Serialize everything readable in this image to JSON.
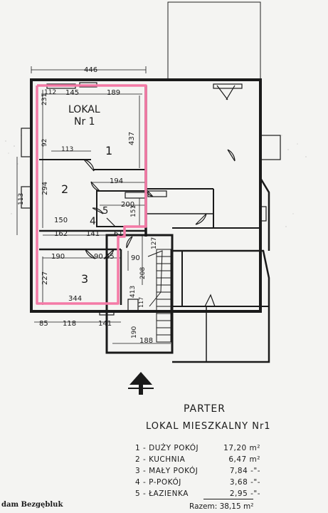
{
  "drawing": {
    "unit_label": "LOKAL",
    "unit_number": "Nr 1",
    "dims": {
      "d446": "446",
      "d112": "112",
      "d145": "145",
      "d189": "189",
      "d231": "231",
      "d92": "92",
      "d113h": "113",
      "d437": "437",
      "d194": "194",
      "d294": "294",
      "d113v": "113",
      "d200": "200",
      "d151": "151",
      "d150": "150",
      "d162": "162",
      "d141a": "141",
      "d61": "61",
      "d127": "127",
      "d190a": "190",
      "d90_65": "90 65",
      "d90": "90",
      "d208": "208",
      "d227": "227",
      "d344": "344",
      "d413": "413",
      "d117": "117",
      "d85": "85",
      "d118": "118",
      "d141b": "141",
      "d190b": "190",
      "d188": "188"
    },
    "rooms": [
      "1",
      "2",
      "3",
      "4",
      "5"
    ],
    "colors": {
      "outline": "#f47aa6",
      "ink": "#1a1a1a",
      "paper": "#f4f4f2"
    }
  },
  "caption": {
    "title": "PARTER",
    "subtitle": "LOKAL MIESZKALNY Nr1",
    "legend": [
      {
        "label": "1 - DUŻY POKÓJ",
        "value": "17,20 m²"
      },
      {
        "label": "2 - KUCHNIA",
        "value": "6,47 m²"
      },
      {
        "label": "3 - MAŁY POKÓJ",
        "value": "7,84 -\"-"
      },
      {
        "label": "4 - P-POKÓJ",
        "value": "3,68 -\"-"
      },
      {
        "label": "5 - ŁAZIENKA",
        "value": "2,95 -\"-"
      }
    ],
    "total": "Razem: 38,15 m²",
    "author": "dam Bezgębluk"
  }
}
